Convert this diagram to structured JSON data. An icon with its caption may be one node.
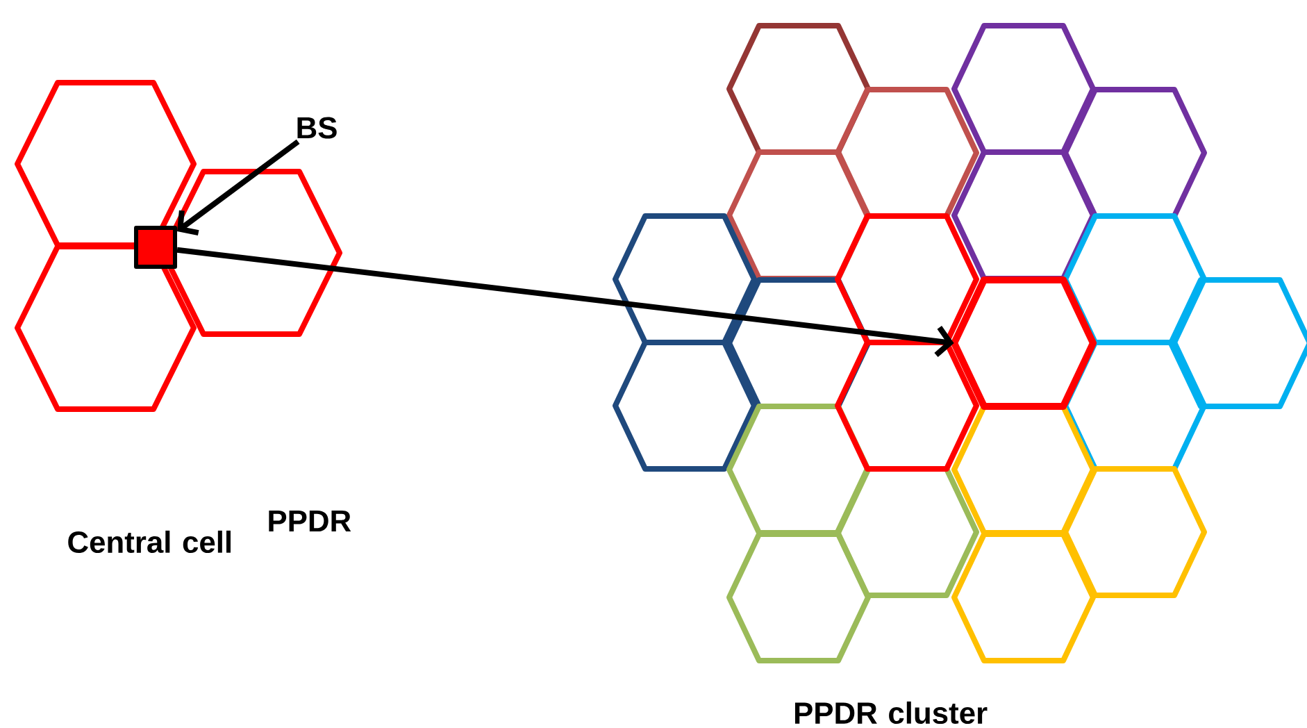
{
  "diagram": {
    "nodes": [
      {
        "text": [
          "BS"
        ]
      },
      {
        "text": [],
        "shape": "box"
      },
      {
        "text": [],
        "shape": "hexagon"
      }
    ],
    "edges": [
      {
        "from": 0,
        "to": 1,
        "arrow": "to"
      },
      {
        "from": 1,
        "to": 2,
        "arrow": "to"
      }
    ],
    "labels": [
      "Central cell",
      "PPDR",
      "PPDR cluster"
    ]
  }
}
